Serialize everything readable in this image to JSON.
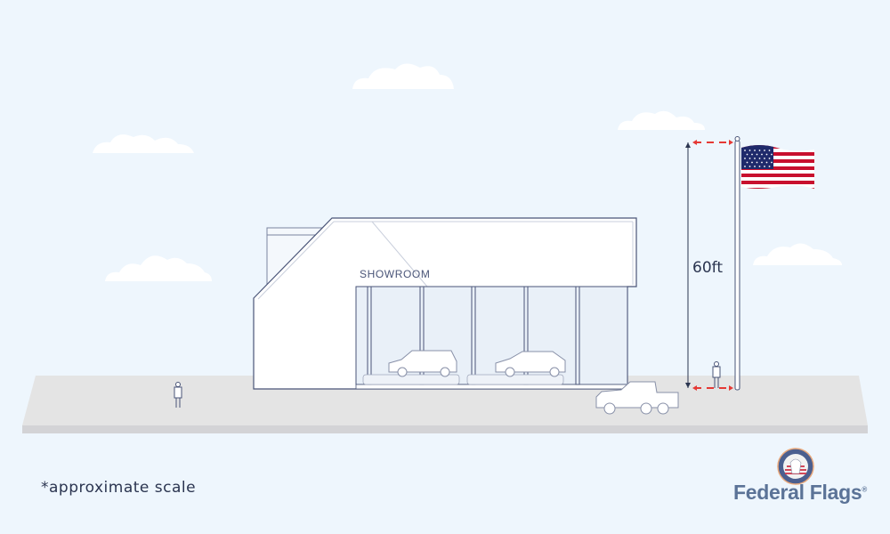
{
  "building": {
    "sign": "SHOWROOM"
  },
  "dimension": {
    "height_label": "60ft"
  },
  "footnote": "*approximate scale",
  "logo": {
    "text": "Federal Flags",
    "registered": "®"
  },
  "colors": {
    "sky": "#eef6fd",
    "ground": "#e4e4e4",
    "outline": "#4a5578",
    "dimension_red": "#e53935",
    "flag_red": "#c8102e",
    "flag_blue": "#1f2a6b",
    "logo": "#5b7397"
  }
}
